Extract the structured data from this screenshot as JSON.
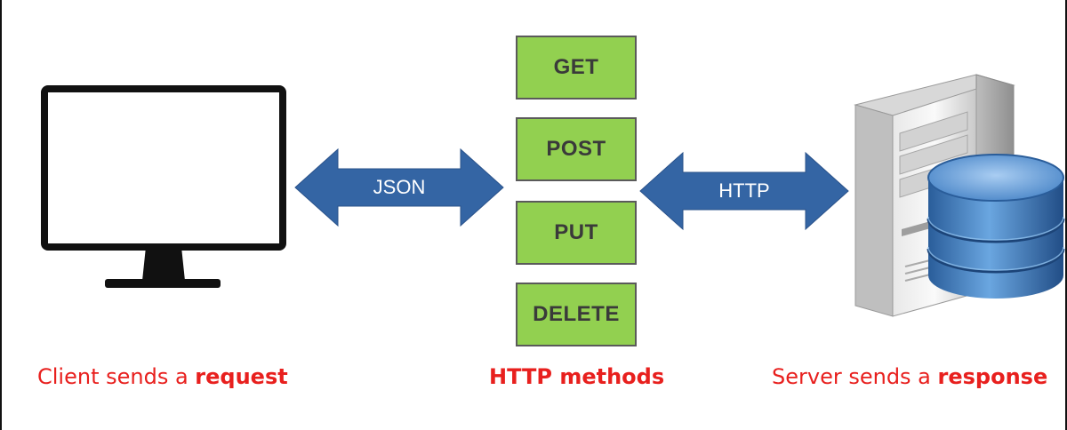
{
  "methods": [
    "GET",
    "POST",
    "PUT",
    "DELETE"
  ],
  "arrows": {
    "left_label": "JSON",
    "right_label": "HTTP"
  },
  "captions": {
    "client": {
      "text": "Client sends a ",
      "bold": "request"
    },
    "methods": "HTTP methods",
    "server": {
      "text": "Server sends a ",
      "bold": "response"
    }
  },
  "colors": {
    "method_fill": "#92d050",
    "arrow_fill": "#3465a4",
    "caption": "#e8201e",
    "monitor": "#111111",
    "database": "#3a74b8"
  }
}
